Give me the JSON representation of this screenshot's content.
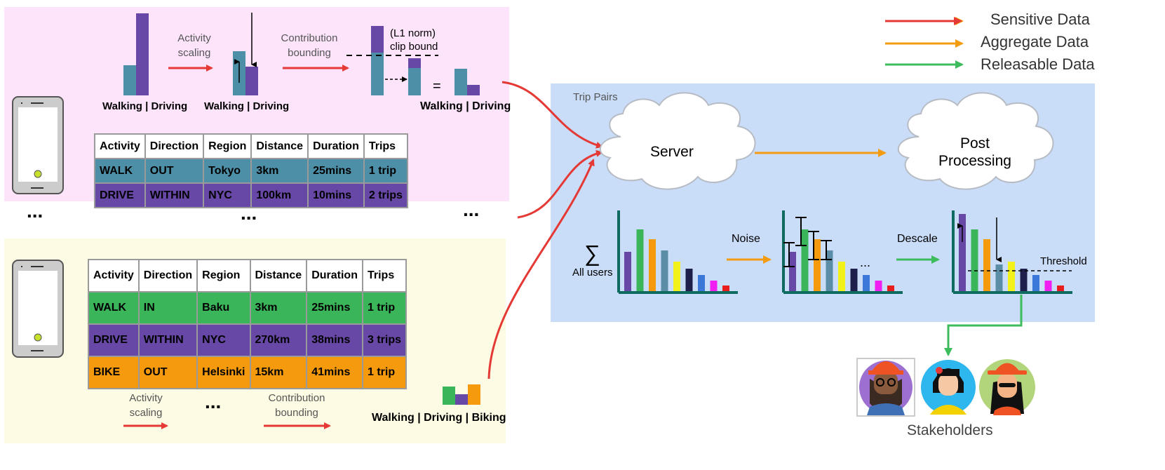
{
  "legend": [
    {
      "label": "Sensitive Data",
      "color": "#e53935"
    },
    {
      "label": "Aggregate Data",
      "color": "#f39c12"
    },
    {
      "label": "Releasable Data",
      "color": "#3cbc5c"
    }
  ],
  "user1": {
    "bars1_label": "Walking | Driving",
    "step1": "Activity scaling",
    "bars2_label": "Walking | Driving",
    "step2": "Contribution bounding",
    "clip_label_1": "(L1 norm)",
    "clip_label_2": "clip bound",
    "equals": "=",
    "bars3_label": "Walking | Driving",
    "table": {
      "headers": [
        "Activity",
        "Direction",
        "Region",
        "Distance",
        "Duration",
        "Trips"
      ],
      "rows": [
        [
          "WALK",
          "OUT",
          "Tokyo",
          "3km",
          "25mins",
          "1 trip"
        ],
        [
          "DRIVE",
          "WITHIN",
          "NYC",
          "100km",
          "10mins",
          "2 trips"
        ]
      ]
    }
  },
  "ellipsis": "...",
  "user2": {
    "table": {
      "headers": [
        "Activity",
        "Direction",
        "Region",
        "Distance",
        "Duration",
        "Trips"
      ],
      "rows": [
        [
          "WALK",
          "IN",
          "Baku",
          "3km",
          "25mins",
          "1 trip"
        ],
        [
          "DRIVE",
          "WITHIN",
          "NYC",
          "270km",
          "38mins",
          "3 trips"
        ],
        [
          "BIKE",
          "OUT",
          "Helsinki",
          "15km",
          "41mins",
          "1 trip"
        ]
      ]
    },
    "step1": "Activity scaling",
    "step2": "Contribution bounding",
    "bars_label": "Walking | Driving | Biking"
  },
  "server_panel": {
    "title": "Trip Pairs",
    "server": "Server",
    "post_1": "Post",
    "post_2": "Processing",
    "sigma": "∑",
    "all_users": "All users",
    "noise": "Noise",
    "descale": "Descale",
    "threshold": "Threshold"
  },
  "stakeholders": "Stakeholders"
}
